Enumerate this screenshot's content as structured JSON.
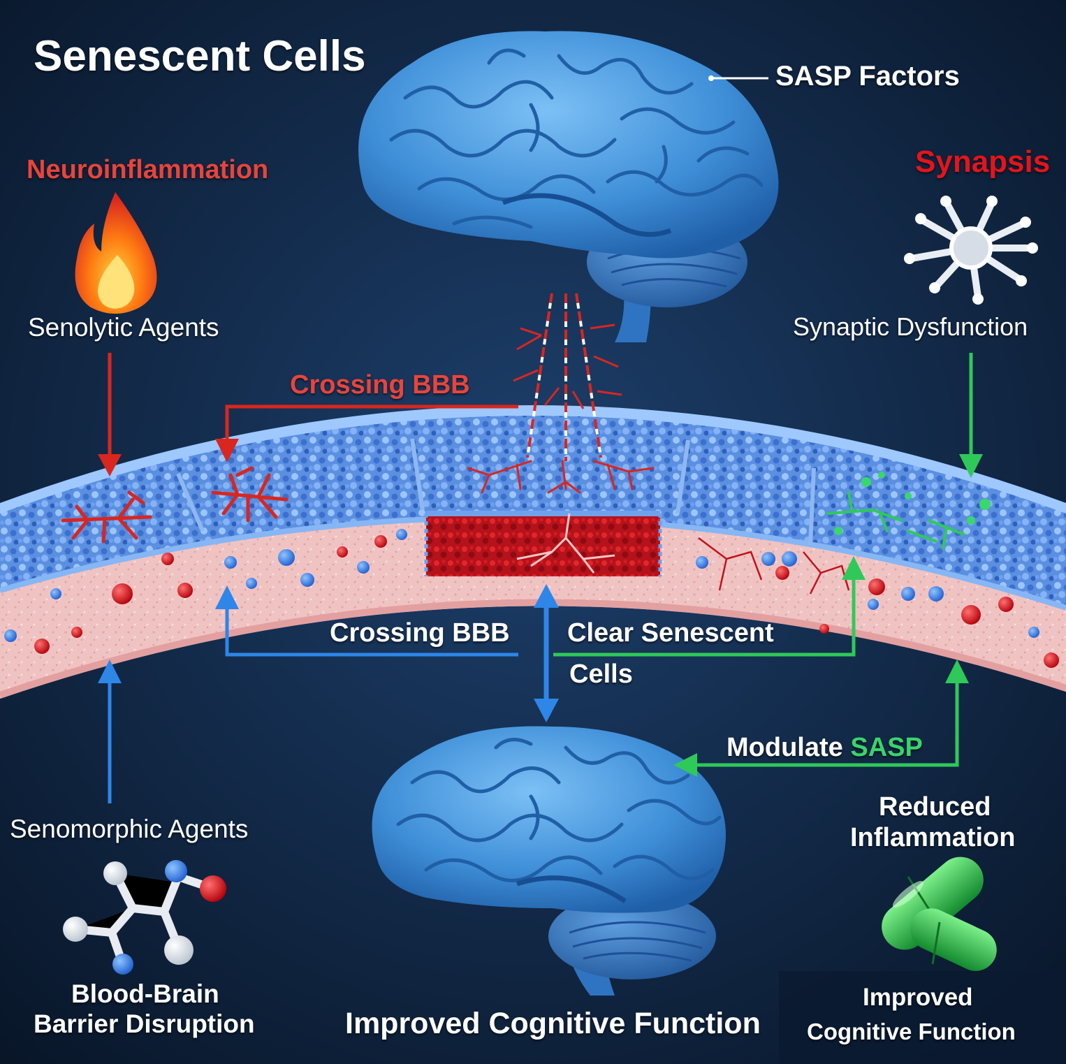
{
  "title": "Senescent Cells",
  "labels": {
    "sasp_factors": "SASP Factors",
    "neuroinflammation": "Neuroinflammation",
    "synapsis": "Synapsis",
    "senolytic_agents": "Senolytic Agents",
    "synaptic_dysfunction": "Synaptic Dysfunction",
    "crossing_bbb_top": "Crossing BBB",
    "crossing_bbb_bottom": "Crossing BBB",
    "clear_senescent_line1": "Clear Senescent",
    "clear_senescent_line2": "Cells",
    "modulate": "Modulate",
    "sasp": "SASP",
    "reduced_inflammation_line1": "Reduced",
    "reduced_inflammation_line2": "Inflammation",
    "senomorphic_agents": "Senomorphic Agents",
    "bbb_disruption_line1": "Blood-Brain",
    "bbb_disruption_line2": "Barrier Disruption",
    "improved_cognitive_center": "Improved Cognitive Function",
    "improved_cognitive_right_line1": "Improved",
    "improved_cognitive_right_line2": "Cognitive Function"
  },
  "colors": {
    "background": "#0d1c33",
    "brain": "#3f8fd8",
    "inhibit_red": "#d9261f",
    "cross_blue": "#2e86e8",
    "clear_green": "#2fc95a",
    "barrier_pink": "#f2c4c4"
  },
  "icons": [
    "fire-icon",
    "neuron-icon",
    "molecule-icon",
    "capsule-icon"
  ]
}
